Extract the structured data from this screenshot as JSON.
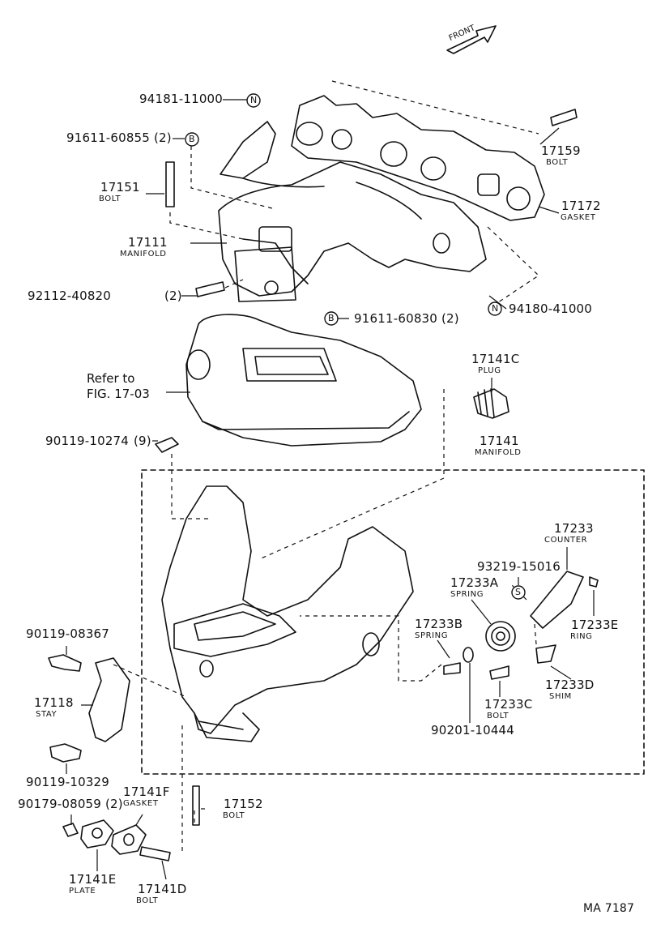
{
  "figure_code": "MA 7187",
  "front_label": "FRONT",
  "reference": {
    "line1": "Refer to",
    "line2": "FIG. 17-03"
  },
  "symbols": {
    "n": "N",
    "b": "B",
    "s": "S"
  },
  "parts": {
    "p94181": {
      "number": "94181-11000"
    },
    "p91611_60855": {
      "number": "91611-60855",
      "qty": "(2)"
    },
    "p17151": {
      "number": "17151",
      "name": "BOLT"
    },
    "p17111": {
      "number": "17111",
      "name": "MANIFOLD"
    },
    "p92112": {
      "number": "92112-40820",
      "qty": "(2)"
    },
    "p17159": {
      "number": "17159",
      "name": "BOLT"
    },
    "p17172": {
      "number": "17172",
      "name": "GASKET"
    },
    "p94180": {
      "number": "94180-41000"
    },
    "p91611_60830": {
      "number": "91611-60830",
      "qty": "(2)"
    },
    "p17141C": {
      "number": "17141C",
      "name": "PLUG"
    },
    "p90119_10274": {
      "number": "90119-10274",
      "qty": "(9)"
    },
    "p17141": {
      "number": "17141",
      "name": "MANIFOLD"
    },
    "p17233": {
      "number": "17233",
      "name": "COUNTER"
    },
    "p93219": {
      "number": "93219-15016"
    },
    "p17233A": {
      "number": "17233A",
      "name": "SPRING"
    },
    "p17233B": {
      "number": "17233B",
      "name": "SPRING"
    },
    "p17233E": {
      "number": "17233E",
      "name": "RING"
    },
    "p17233C": {
      "number": "17233C",
      "name": "BOLT"
    },
    "p17233D": {
      "number": "17233D",
      "name": "SHIM"
    },
    "p90201": {
      "number": "90201-10444"
    },
    "p90119_08367": {
      "number": "90119-08367"
    },
    "p17118": {
      "number": "17118",
      "name": "STAY"
    },
    "p90119_10329": {
      "number": "90119-10329"
    },
    "p17141F": {
      "number": "17141F",
      "name": "GASKET"
    },
    "p90179": {
      "number": "90179-08059",
      "qty": "(2)"
    },
    "p17152": {
      "number": "17152",
      "name": "BOLT"
    },
    "p17141E": {
      "number": "17141E",
      "name": "PLATE"
    },
    "p17141D": {
      "number": "17141D",
      "name": "BOLT"
    }
  }
}
